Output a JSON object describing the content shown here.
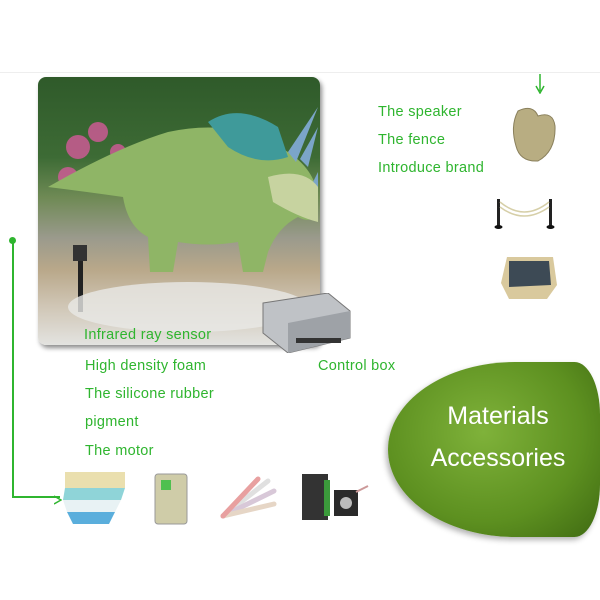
{
  "top_labels": [
    "The speaker",
    "The fence",
    "Introduce brand"
  ],
  "photo_caption": "Infrared ray sensor",
  "control_box": "Control box",
  "material_labels": [
    "High density foam",
    "The silicone rubber",
    "pigment",
    "The motor"
  ],
  "badge": {
    "line1": "Materials",
    "line2": "Accessories"
  },
  "colors": {
    "text_green": "#2fb52f",
    "badge_green": "#5d9020"
  }
}
